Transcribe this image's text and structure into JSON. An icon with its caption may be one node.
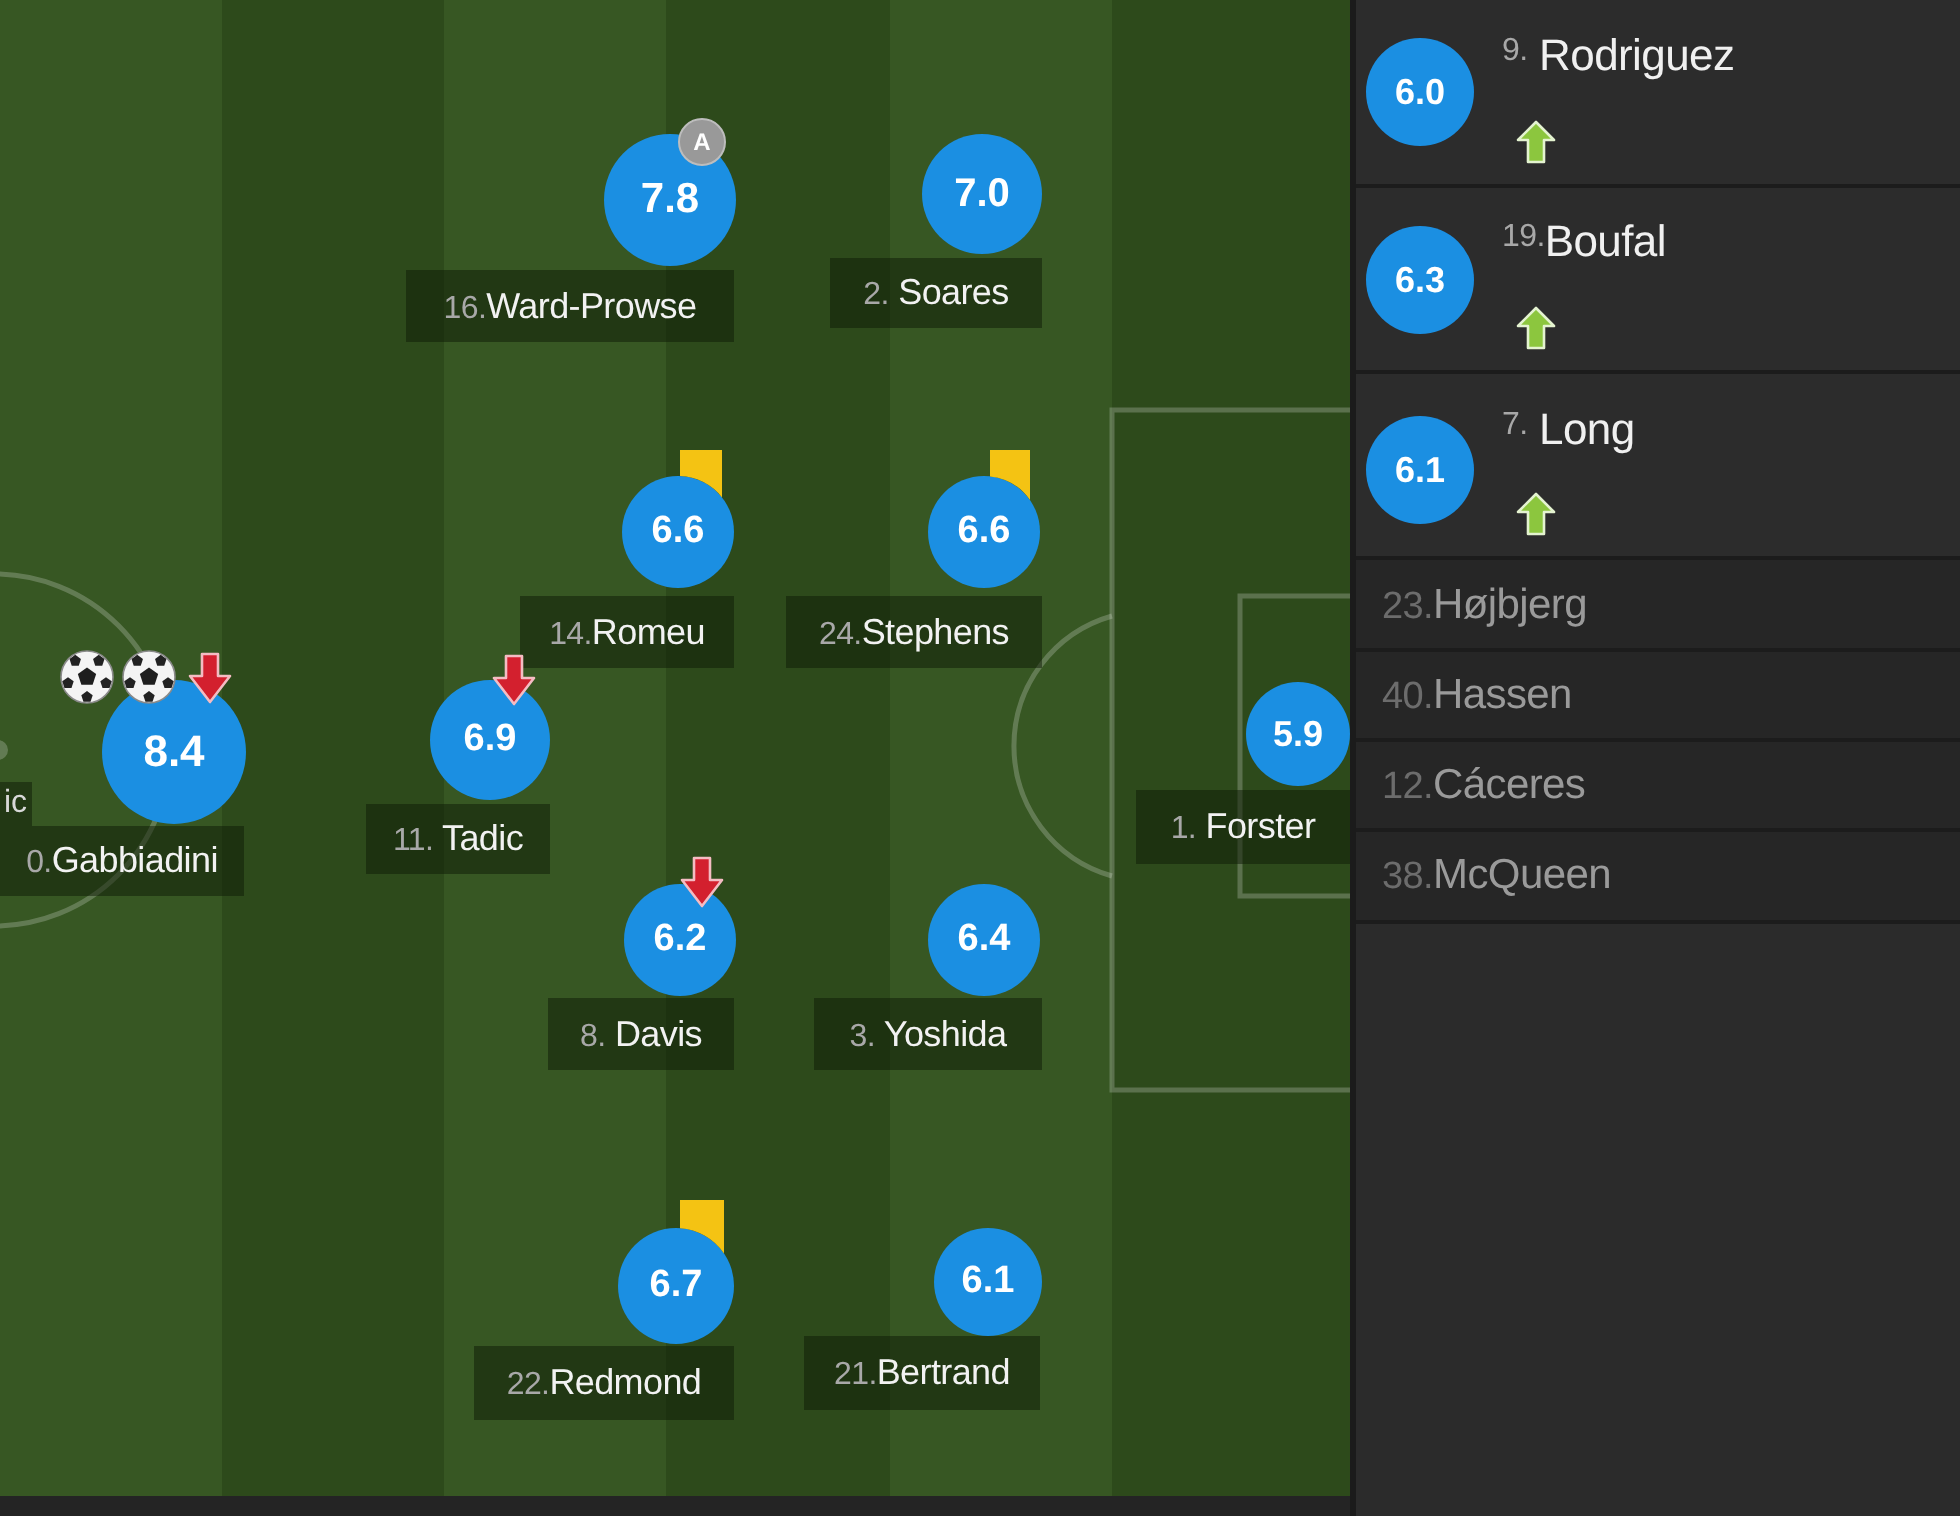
{
  "diagram": {
    "nodes": [
      {
        "text": [
          "7.8"
        ],
        "beside": [
          "16.Ward-Prowse"
        ]
      },
      {
        "text": [
          "A"
        ]
      },
      {
        "text": [
          "7.0"
        ],
        "beside": [
          "2. Soares"
        ]
      },
      {
        "text": [
          "6.6"
        ],
        "beside": [
          "14.Romeu"
        ]
      },
      {
        "text": [
          "6.6"
        ],
        "beside": [
          "24.Stephens"
        ]
      },
      {
        "text": [
          "8.4"
        ],
        "beside": [
          "0.Gabbiadini"
        ]
      },
      {
        "text": [
          "6.9"
        ],
        "beside": [
          "11. Tadic"
        ]
      },
      {
        "text": [
          "5.9"
        ],
        "beside": [
          "1. Forster"
        ]
      },
      {
        "text": [
          "6.2"
        ],
        "beside": [
          "8. Davis"
        ]
      },
      {
        "text": [
          "6.4"
        ],
        "beside": [
          "3. Yoshida"
        ]
      },
      {
        "text": [
          "6.7"
        ],
        "beside": [
          "22.Redmond"
        ]
      },
      {
        "text": [
          "6.1"
        ],
        "beside": [
          "21.Bertrand"
        ]
      },
      {
        "text": [
          "$^{9.}$ Rodriguez"
        ]
      },
      {
        "text": [
          "6.0"
        ],
        "in": 12
      },
      {
        "text": [
          "$^{19.}$Boufal"
        ]
      },
      {
        "text": [
          "6.3"
        ],
        "in": 14
      },
      {
        "text": [
          "$^{7.}$ Long"
        ]
      },
      {
        "text": [
          "6.1"
        ],
        "in": 16
      },
      {
        "text": [
          "23.Højbjerg"
        ]
      },
      {
        "text": [
          "40.Hassen"
        ]
      },
      {
        "text": [
          "12.Cáceres"
        ]
      },
      {
        "text": [
          "38.McQueen"
        ]
      }
    ],
    "labels": [
      "ic"
    ]
  }
}
